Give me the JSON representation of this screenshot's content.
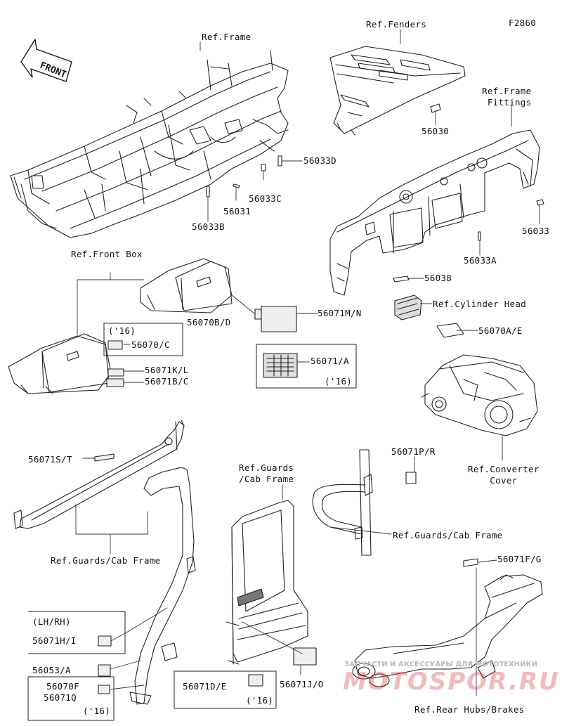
{
  "diagram_code": "F2860",
  "references": {
    "frame": "Ref.Frame",
    "fenders": "Ref.Fenders",
    "frame_fittings": "Ref.Frame\nFittings",
    "front_box": "Ref.Front Box",
    "cylinder_head": "Ref.Cylinder Head",
    "converter_cover": "Ref.Converter\nCover",
    "guards_cab_frame_1": "Ref.Guards/Cab Frame",
    "guards_cab_frame_2": "Ref.Guards\n/Cab Frame",
    "guards_cab_frame_3": "Ref.Guards/Cab Frame",
    "rear_hubs_brakes": "Ref.Rear Hubs/Brakes"
  },
  "parts": {
    "p56033D": "56033D",
    "p56033C": "56033C",
    "p56031": "56031",
    "p56033B": "56033B",
    "p56030": "56030",
    "p56033": "56033",
    "p56033A": "56033A",
    "p56038": "56038",
    "p56070A_E": "56070A/E",
    "p56070B_D": "56070B/D",
    "p56071M_N": "56071M/N",
    "p56070_C": "56070/C",
    "p56071K_L": "56071K/L",
    "p56071B_C": "56071B/C",
    "p56071_A": "56071/A",
    "p56071S_T": "56071S/T",
    "p56071P_R": "56071P/R",
    "p56071F_G": "56071F/G",
    "p56071H_I": "56071H/I",
    "p56053_A": "56053/A",
    "p56070F": "56070F",
    "p56071Q": "56071Q",
    "p56071D_E": "56071D/E",
    "p56071J_O": "56071J/O"
  },
  "notes": {
    "year_a": "('16)",
    "year_b": "('16)",
    "year_c": "('16)",
    "year_d": "('16)",
    "lh_rh": "(LH/RH)"
  },
  "front_arrow": "FRONT",
  "watermark": {
    "line1": "ЗАПЧАСТИ И АКСЕССУАРЫ ДЛЯ МОТОТЕХНИКИ",
    "line2": "MOTOSPOR.RU"
  }
}
